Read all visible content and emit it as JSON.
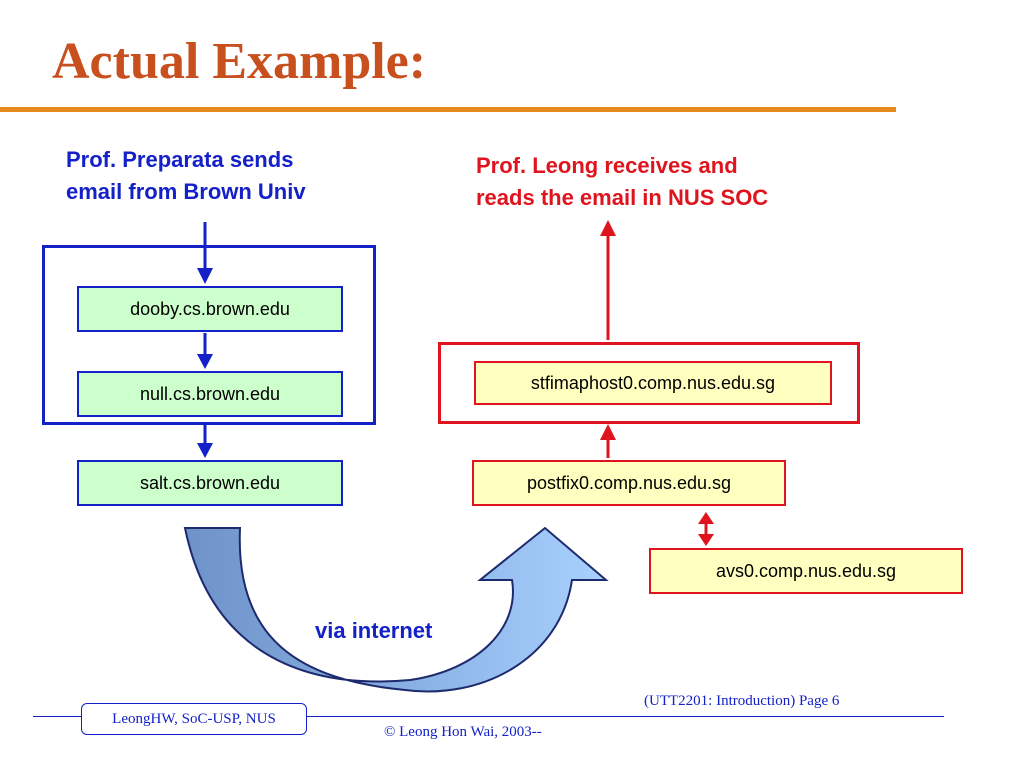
{
  "slide": {
    "title": "Actual Example:"
  },
  "sender": {
    "caption_line1": "Prof. Preparata sends",
    "caption_line2": "email from Brown Univ"
  },
  "receiver": {
    "caption_line1": "Prof. Leong receives and",
    "caption_line2": "reads the email in NUS SOC"
  },
  "brown_hosts": [
    "dooby.cs.brown.edu",
    "null.cs.brown.edu",
    "salt.cs.brown.edu"
  ],
  "nus_hosts": [
    "stfimaphost0.comp.nus.edu.sg",
    "postfix0.comp.nus.edu.sg",
    "avs0.comp.nus.edu.sg"
  ],
  "transfer_label": "via internet",
  "footer": {
    "author": "LeongHW, SoC-USP, NUS",
    "page": "(UTT2201: Introduction) Page 6",
    "copyright": "© Leong Hon Wai, 2003--"
  },
  "colors": {
    "title": "#c8501e",
    "rule": "#e8891e",
    "blue": "#1420c8",
    "red": "#e0141e",
    "green_fill": "#ccffcc",
    "yellow_fill": "#ffffc0"
  }
}
